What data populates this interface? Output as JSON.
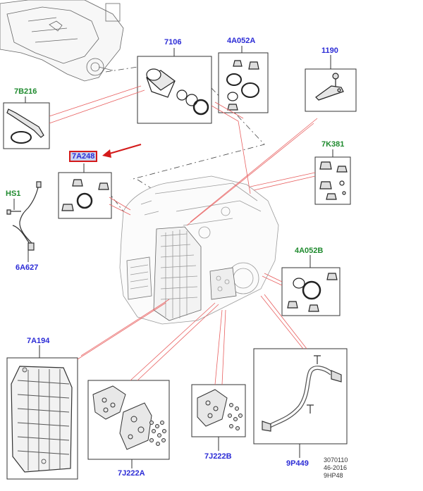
{
  "callouts": {
    "c7106": "7106",
    "c4A052A": "4A052A",
    "c1190": "1190",
    "c7B216": "7B216",
    "c7A248": "7A248",
    "c7K381": "7K381",
    "cHS1": "HS1",
    "c6A627": "6A627",
    "c4A052B": "4A052B",
    "c7A194": "7A194",
    "c7J222A": "7J222A",
    "c7J222B": "7J222B",
    "c9P449": "9P449"
  },
  "footer": {
    "line1": "3070110",
    "line2": "46-2016",
    "line3": "9HP48"
  },
  "colors": {
    "callout_blue": "#2b2bd6",
    "callout_green": "#1f8a2e",
    "leader_red": "#e86060",
    "arrow_red": "#d41a1a",
    "line_art": "#555555"
  }
}
